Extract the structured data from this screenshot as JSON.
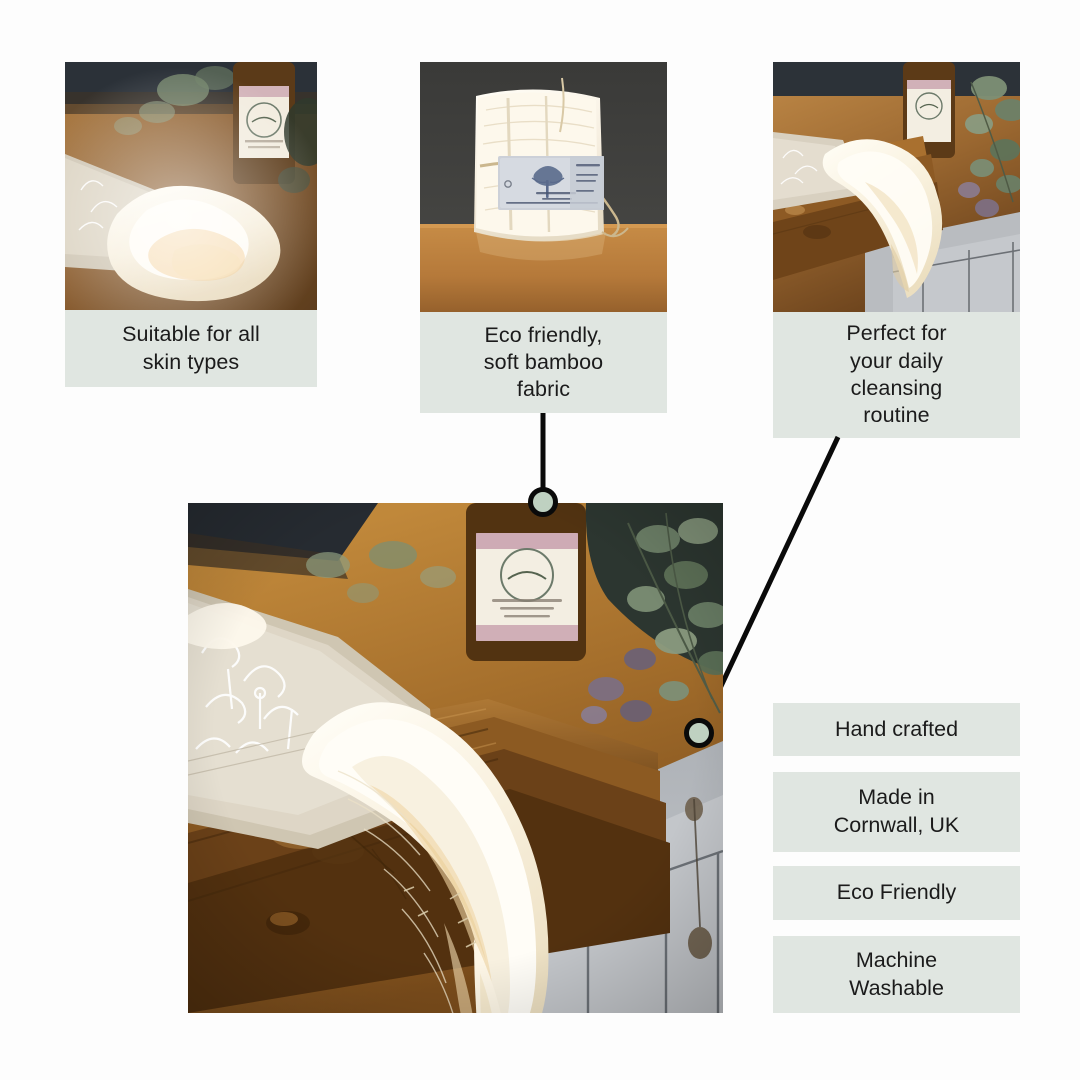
{
  "page": {
    "background": "#fdfdfd",
    "accent_box": "#e0e6e1",
    "dot_fill": "#bfd1c1",
    "line_color": "#0a0a0a"
  },
  "feature_cards": [
    {
      "caption": "Suitable for all\nskin types",
      "photo_name": "folded-face-cloth-on-linen-photo",
      "photo_alt": "Cream bamboo face cloth folded on linen runner beside amber bottle"
    },
    {
      "caption": "Eco friendly,\nsoft  bamboo\nfabric",
      "photo_name": "bundled-face-cloths-with-label-photo",
      "photo_alt": "Stack of bamboo face cloths tied with twine and a branded paper tag"
    },
    {
      "caption": "Perfect for\nyour daily\ncleansing\nroutine",
      "photo_name": "draped-face-cloth-on-beam-photo",
      "photo_alt": "Cream face cloth draped over a wooden beam next to eucalyptus"
    }
  ],
  "hero": {
    "photo_name": "hero-face-cloth-on-wooden-beam-photo",
    "photo_alt": "Cream bamboo face cloth draped over reclaimed wooden beam with linen cloth, amber bottle and eucalyptus"
  },
  "benefit_chips": [
    {
      "label": "Hand crafted"
    },
    {
      "label": "Made in\nCornwall, UK"
    },
    {
      "label": "Eco Friendly"
    },
    {
      "label": "Machine\nWashable"
    }
  ],
  "callouts": [
    {
      "name": "fabric-callout",
      "source": "feature_cards.1",
      "target": "hero-top"
    },
    {
      "name": "routine-callout",
      "source": "feature_cards.2",
      "target": "hero-right"
    }
  ]
}
